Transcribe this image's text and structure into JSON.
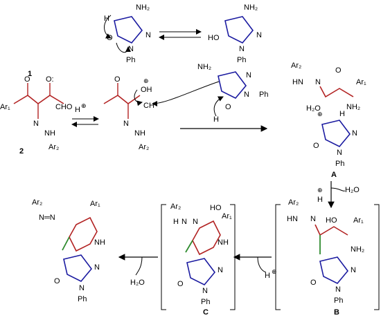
{
  "colors": {
    "blue": "#1a1aa0",
    "red": "#b22222",
    "green": "#2e8b2e",
    "black": "#000000"
  },
  "labels": {
    "compound_1": "1",
    "compound_2": "2",
    "intermediate_A": "A",
    "intermediate_B": "B",
    "intermediate_C": "C"
  },
  "reagents": {
    "h_plus_1": "H",
    "h_plus_2": "H",
    "h_plus_3": "H",
    "water_1": "H₂O",
    "water_2": "H₂O",
    "plus_sign": "⊕"
  },
  "groups": {
    "nh2": "NH₂",
    "ph": "Ph",
    "n": "N",
    "o": "O",
    "ho": "HO",
    "h": "H",
    "oh": "OH",
    "cho": "CHO",
    "ch": "CH",
    "nh": "NH",
    "hn": "HN",
    "ar1": "Ar₁",
    "ar2": "Ar₂",
    "h2o": "H₂O",
    "oh_plus": "OH",
    "o_colon": "O:",
    "n_eq_n": "N═N"
  }
}
